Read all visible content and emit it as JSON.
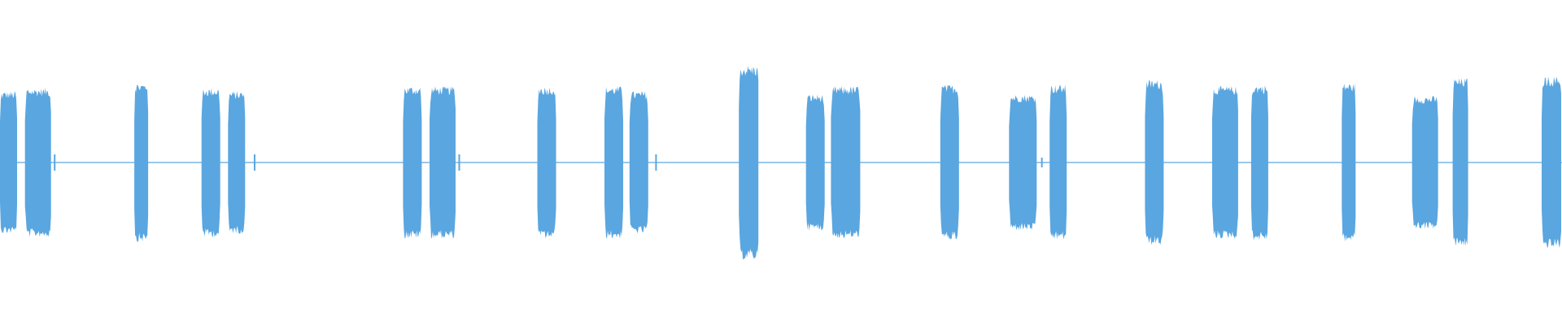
{
  "waveform": {
    "color": "#5aa6e0",
    "background": "#ffffff",
    "baseline_level": 0.01,
    "bursts": [
      {
        "start": 0.0,
        "end": 0.011,
        "peak": 0.44
      },
      {
        "start": 0.016,
        "end": 0.033,
        "peak": 0.46
      },
      {
        "start": 0.086,
        "end": 0.095,
        "peak": 0.49
      },
      {
        "start": 0.129,
        "end": 0.141,
        "peak": 0.46
      },
      {
        "start": 0.146,
        "end": 0.157,
        "peak": 0.44
      },
      {
        "start": 0.258,
        "end": 0.27,
        "peak": 0.47
      },
      {
        "start": 0.275,
        "end": 0.292,
        "peak": 0.47
      },
      {
        "start": 0.344,
        "end": 0.356,
        "peak": 0.47
      },
      {
        "start": 0.387,
        "end": 0.399,
        "peak": 0.47
      },
      {
        "start": 0.403,
        "end": 0.415,
        "peak": 0.44
      },
      {
        "start": 0.473,
        "end": 0.486,
        "peak": 0.6
      },
      {
        "start": 0.516,
        "end": 0.528,
        "peak": 0.42
      },
      {
        "start": 0.532,
        "end": 0.551,
        "peak": 0.47
      },
      {
        "start": 0.602,
        "end": 0.614,
        "peak": 0.48
      },
      {
        "start": 0.646,
        "end": 0.664,
        "peak": 0.42
      },
      {
        "start": 0.672,
        "end": 0.683,
        "peak": 0.48
      },
      {
        "start": 0.733,
        "end": 0.745,
        "peak": 0.51
      },
      {
        "start": 0.776,
        "end": 0.793,
        "peak": 0.47
      },
      {
        "start": 0.801,
        "end": 0.812,
        "peak": 0.48
      },
      {
        "start": 0.859,
        "end": 0.868,
        "peak": 0.49
      },
      {
        "start": 0.904,
        "end": 0.921,
        "peak": 0.41
      },
      {
        "start": 0.93,
        "end": 0.94,
        "peak": 0.52
      },
      {
        "start": 0.987,
        "end": 1.0,
        "peak": 0.53
      }
    ],
    "spikes": [
      {
        "pos": 0.035,
        "peak": 0.05
      },
      {
        "pos": 0.163,
        "peak": 0.05
      },
      {
        "pos": 0.294,
        "peak": 0.05
      },
      {
        "pos": 0.42,
        "peak": 0.05
      },
      {
        "pos": 0.667,
        "peak": 0.03
      }
    ]
  }
}
